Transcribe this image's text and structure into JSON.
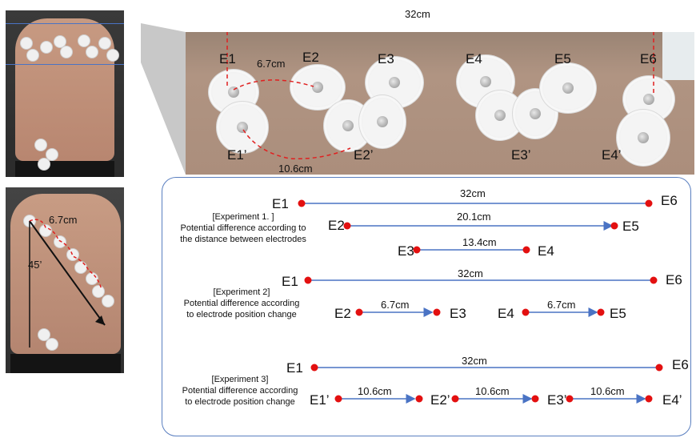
{
  "top_photo": {
    "overall_distance": "32cm",
    "labels_top": [
      "E1",
      "E2",
      "E3",
      "E4",
      "E5",
      "E6"
    ],
    "labels_bottom": [
      "E1’",
      "E2’",
      "E3’",
      "E4’"
    ],
    "distance_e1_e2": "6.7cm",
    "distance_e1p_e2p": "10.6cm"
  },
  "side_photo": {
    "distance": "6.7cm",
    "angle": "45’"
  },
  "experiment1": {
    "title": "[Experiment 1. ]",
    "desc_line1": "Potential difference according to",
    "desc_line2": "the distance between electrodes",
    "rows": [
      {
        "left": "E1",
        "right": "E6",
        "distance": "32cm"
      },
      {
        "left": "E2",
        "right": "E5",
        "distance": "20.1cm"
      },
      {
        "left": "E3",
        "right": "E4",
        "distance": "13.4cm"
      }
    ]
  },
  "experiment2": {
    "title": "[Experiment 2]",
    "desc_line1": "Potential difference according",
    "desc_line2": "to electrode position change",
    "row_main": {
      "left": "E1",
      "right": "E6",
      "distance": "32cm"
    },
    "pairs": [
      {
        "left": "E2",
        "right": "E3",
        "distance": "6.7cm"
      },
      {
        "left": "E4",
        "right": "E5",
        "distance": "6.7cm"
      }
    ]
  },
  "experiment3": {
    "title": "[Experiment 3]",
    "desc_line1": "Potential difference according",
    "desc_line2": "to electrode position change",
    "row_main": {
      "left": "E1",
      "right": "E6",
      "distance": "32cm"
    },
    "chain_labels": [
      "E1’",
      "E2’",
      "E3’",
      "E4’"
    ],
    "chain_distances": [
      "10.6cm",
      "10.6cm",
      "10.6cm"
    ]
  },
  "colors": {
    "line": "#4a73c4",
    "dot": "#e31010",
    "dashed": "#e02020",
    "panel_border": "#5a7fc0"
  }
}
